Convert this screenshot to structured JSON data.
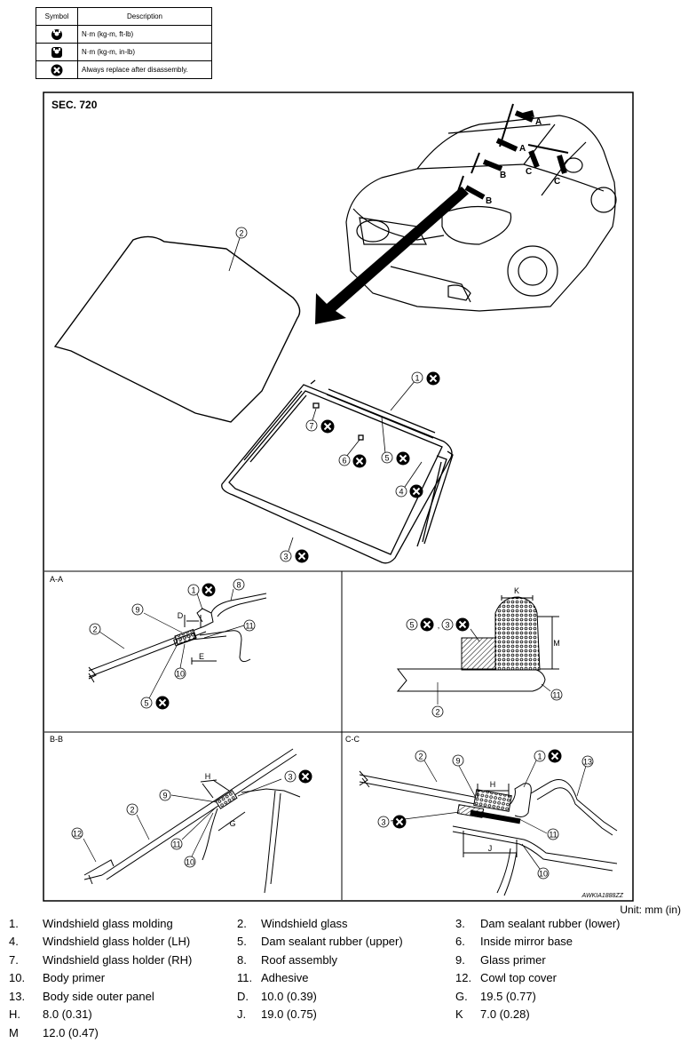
{
  "symbol_table": {
    "header_symbol": "Symbol",
    "header_description": "Description",
    "rows": [
      {
        "icon": "torque-wrench-icon",
        "description": "N·m (kg-m, ft-lb)"
      },
      {
        "icon": "torque-wrench-small-icon",
        "description": "N·m (kg-m, in-lb)"
      },
      {
        "icon": "replace-x-icon",
        "description": "Always replace after disassembly."
      }
    ]
  },
  "diagram": {
    "section": "SEC. 720",
    "image_code": "AWKIA1888ZZ",
    "view_labels": {
      "aa": "A-A",
      "bb": "B-B",
      "cc": "C-C"
    },
    "arrow_labels": {
      "a": "A",
      "b": "B",
      "c": "C"
    },
    "dim_labels": {
      "d": "D",
      "e": "E",
      "g": "G",
      "h": "H",
      "j": "J",
      "k": "K",
      "m": "M"
    },
    "callouts": {
      "n1": "1",
      "n2": "2",
      "n3": "3",
      "n4": "4",
      "n5": "5",
      "n6": "6",
      "n7": "7",
      "n8": "8",
      "n9": "9",
      "n10": "10",
      "n11": "11",
      "n12": "12",
      "n13": "13"
    }
  },
  "legend": {
    "unit": "Unit: mm (in)",
    "rows": [
      [
        {
          "n": "1.",
          "t": "Windshield glass molding"
        },
        {
          "n": "2.",
          "t": "Windshield glass"
        },
        {
          "n": "3.",
          "t": "Dam sealant rubber (lower)"
        }
      ],
      [
        {
          "n": "4.",
          "t": "Windshield glass holder (LH)"
        },
        {
          "n": "5.",
          "t": "Dam sealant rubber (upper)"
        },
        {
          "n": "6.",
          "t": "Inside mirror base"
        }
      ],
      [
        {
          "n": "7.",
          "t": "Windshield glass holder (RH)"
        },
        {
          "n": "8.",
          "t": "Roof assembly"
        },
        {
          "n": "9.",
          "t": "Glass primer"
        }
      ],
      [
        {
          "n": "10.",
          "t": "Body primer"
        },
        {
          "n": "11.",
          "t": "Adhesive"
        },
        {
          "n": "12.",
          "t": "Cowl top cover"
        }
      ],
      [
        {
          "n": "13.",
          "t": "Body side outer panel"
        },
        {
          "n": "D.",
          "t": "10.0 (0.39)"
        },
        {
          "n": "G.",
          "t": "19.5 (0.77)"
        }
      ],
      [
        {
          "n": "H.",
          "t": "8.0 (0.31)"
        },
        {
          "n": "J.",
          "t": "19.0 (0.75)"
        },
        {
          "n": "K",
          "t": "7.0 (0.28)"
        }
      ],
      [
        {
          "n": "M",
          "t": "12.0 (0.47)"
        },
        {
          "n": "",
          "t": ""
        },
        {
          "n": "",
          "t": ""
        }
      ]
    ]
  }
}
